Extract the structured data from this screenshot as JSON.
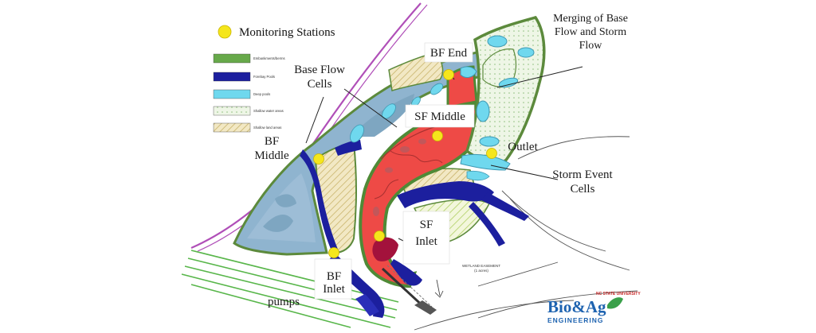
{
  "legend": {
    "title": "Monitoring Stations",
    "items": [
      {
        "label": "Embankments/berms",
        "color": "#67a94a"
      },
      {
        "label": "Forebay Pools",
        "color": "#1c1f9e"
      },
      {
        "label": "Deep pools",
        "color": "#6fd8ee"
      },
      {
        "label": "Shallow water areas",
        "color": "#e4f2d8"
      },
      {
        "label": "Shallow land areas",
        "color": "#efe3b6"
      }
    ]
  },
  "labels": {
    "merging_l1": "Merging of Base",
    "merging_l2": "Flow and Storm",
    "merging_l3": "Flow",
    "bf_end": "BF End",
    "base_flow_l1": "Base Flow",
    "base_flow_l2": "Cells",
    "sf_middle": "SF Middle",
    "outlet": "Outlet",
    "bf_middle_l1": "BF",
    "bf_middle_l2": "Middle",
    "storm_l1": "Storm Event",
    "storm_l2": "Cells",
    "sf_inlet_l1": "SF",
    "sf_inlet_l2": "Inlet",
    "bf_inlet_l1": "BF",
    "bf_inlet_l2": "Inlet",
    "pumps": "pumps",
    "easement_l1": "WETLAND EASEMENT",
    "easement_l2": "(1 acres)"
  },
  "logo": {
    "university": "NC STATE UNIVERSITY",
    "name_bio": "Bio",
    "name_amp": "&",
    "name_ag": "Ag",
    "subtitle": "ENGINEERING"
  },
  "colors": {
    "berm": "#67a94a",
    "forebay": "#1c1f9e",
    "deep": "#6fd8ee",
    "shallow_water": "#e4f2d8",
    "shallow_land": "#efe3b6",
    "base_flow_cells": "#8fb4cf",
    "storm_cells": "#ee4a46",
    "station": "#f5e61c",
    "road_magenta": "#b04fb8",
    "grass": "#58b64a"
  }
}
